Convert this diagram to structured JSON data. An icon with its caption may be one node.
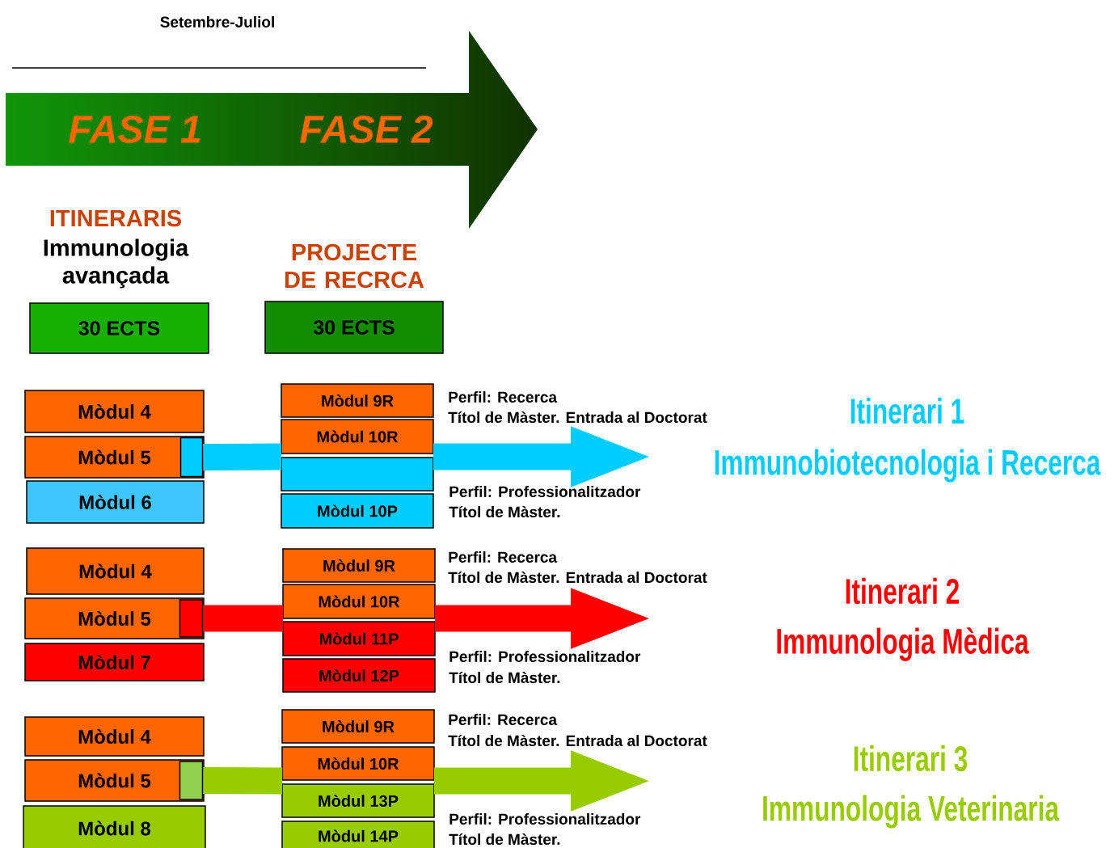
{
  "diagram": {
    "nodes": [
      {
        "text": [
          "FASE 1",
          "FASE 2"
        ]
      },
      {
        "text": [
          "30 ECTS"
        ],
        "beside": [
          "ITINERARIS",
          "Immunologia avançada"
        ]
      },
      {
        "text": [
          "30 ECTS"
        ],
        "beside": [
          "PROJECTE DE RECRCA"
        ]
      },
      {
        "text": [
          "Mòdul 4"
        ]
      },
      {
        "text": [
          "Mòdul 5"
        ]
      },
      {
        "text": [],
        "shape": "box",
        "in": 4
      },
      {
        "text": [
          "Mòdul 6"
        ]
      },
      {
        "text": [
          "Mòdul 9R"
        ]
      },
      {
        "text": [
          "Mòdul 10R"
        ]
      },
      {
        "text": [],
        "shape": "box"
      },
      {
        "text": [
          "Mòdul 10P"
        ]
      },
      {
        "text": [
          "Mòdul 4"
        ]
      },
      {
        "text": [
          "Mòdul 5"
        ]
      },
      {
        "text": [],
        "shape": "box",
        "in": 12
      },
      {
        "text": [
          "Mòdul 7"
        ]
      },
      {
        "text": [
          "Mòdul 9R"
        ]
      },
      {
        "text": [
          "Mòdul 10R"
        ]
      },
      {
        "text": [
          "Mòdul 11P"
        ]
      },
      {
        "text": [
          "Mòdul 12P"
        ]
      },
      {
        "text": [
          "Mòdul 4"
        ]
      },
      {
        "text": [
          "Mòdul 5"
        ]
      },
      {
        "text": [],
        "shape": "box",
        "in": 20
      },
      {
        "text": [
          "Mòdul 8"
        ]
      },
      {
        "text": [
          "Mòdul 9R"
        ]
      },
      {
        "text": [
          "Mòdul 10R"
        ]
      },
      {
        "text": [
          "Mòdul 13P"
        ]
      },
      {
        "text": [
          "Mòdul 14P"
        ]
      }
    ],
    "edges": [
      {
        "from": 5,
        "to": null,
        "arrow": "to",
        "color": "#00ccff"
      },
      {
        "from": 13,
        "to": null,
        "arrow": "to",
        "color": "#ff0000"
      },
      {
        "from": 21,
        "to": null,
        "arrow": "to",
        "color": "#99cc00"
      }
    ],
    "labels": [
      "Setembre-Juliol",
      "Perfil: Recerca",
      "Títol de Màster. Entrada al Doctorat",
      "Perfil: Professionalitzador",
      "Títol de Màster.",
      "Itinerari 1",
      "Immunobiotecnologia i Recerca",
      "Perfil: Recerca",
      "Títol de Màster. Entrada al Doctorat",
      "Perfil: Professionalitzador",
      "Títol de Màster.",
      "Itinerari 2",
      "Immunologia Mèdica",
      "Perfil: Recerca",
      "Títol de Màster. Entrada al Doctorat",
      "Perfil: Professionalitzador",
      "Títol de Màster.",
      "Itinerari 3",
      "Immunologia Veterinaria"
    ]
  }
}
